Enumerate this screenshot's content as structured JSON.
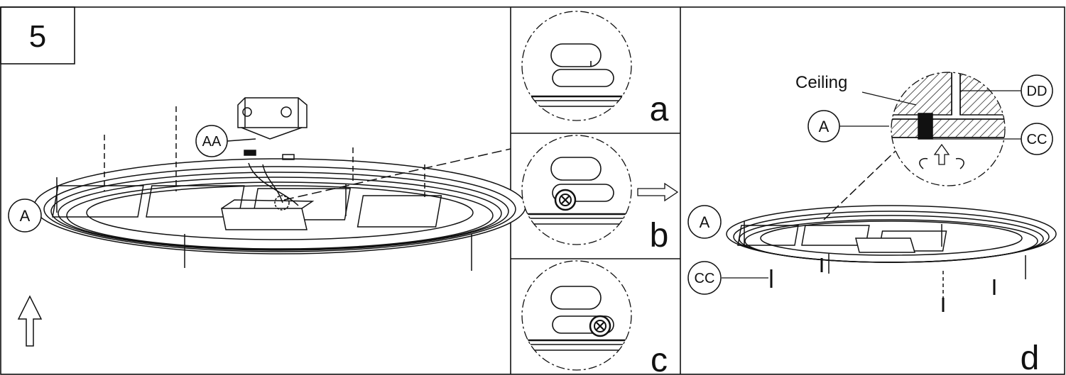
{
  "step_number": "5",
  "callouts": {
    "left_A": "A",
    "AA": "AA",
    "detail_A": "A",
    "bottom_A": "A",
    "CC_screw": "CC",
    "CC_detail": "CC",
    "DD": "DD",
    "ceiling": "Ceiling"
  },
  "panel_letters": {
    "a": "a",
    "b": "b",
    "c": "c",
    "d": "d"
  },
  "colors": {
    "line": "#111111",
    "background": "#ffffff"
  }
}
